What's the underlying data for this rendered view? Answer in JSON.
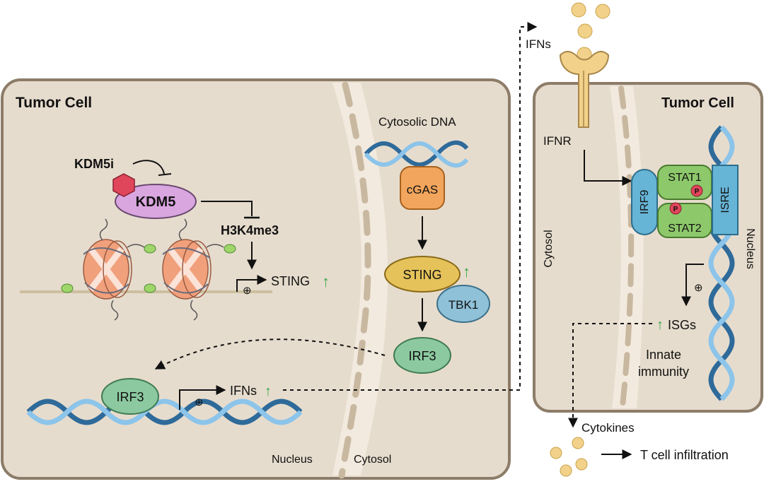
{
  "colors": {
    "cell_fill": "#e6dccd",
    "cell_border": "#8c7c68",
    "membrane": "#c9b8a0",
    "kdm5": "#d9a6e0",
    "kdm5i": "#e0465b",
    "cgas": "#f2a55c",
    "sting": "#e6c25a",
    "tbk1": "#8fc1d9",
    "irf3": "#8cc9a0",
    "stat": "#8dc86b",
    "irf9": "#66b4d6",
    "isre": "#66b4d6",
    "receptor": "#f2d28a",
    "arrow_green": "#3aa64a",
    "dna": "#5fa0d0",
    "nucleosome": "#f1a07c"
  },
  "left_cell": {
    "title": "Tumor Cell",
    "kdm5i": "KDM5i",
    "kdm5": "KDM5",
    "h3k4me3": "H3K4me3",
    "sting_gene": "STING",
    "plus": "⊕",
    "cytosolic_dna": "Cytosolic DNA",
    "cgas": "cGAS",
    "sting": "STING",
    "tbk1": "TBK1",
    "irf3_cyto": "IRF3",
    "irf3_nuc": "IRF3",
    "ifns": "IFNs",
    "nucleus": "Nucleus",
    "cytosol": "Cytosol"
  },
  "right_cell": {
    "title": "Tumor Cell",
    "ifns": "IFNs",
    "ifnr": "IFNR",
    "irf9": "IRF9",
    "stat1": "STAT1",
    "stat2": "STAT2",
    "p": "P",
    "isre": "ISRE",
    "cytosol": "Cytosol",
    "nucleus": "Nucleus",
    "plus": "⊕",
    "isgs": "ISGs",
    "innate": "Innate",
    "immunity": "immunity"
  },
  "outside": {
    "cytokines": "Cytokines",
    "t_cell": "T cell infiltration"
  },
  "up_arrow": "↑"
}
